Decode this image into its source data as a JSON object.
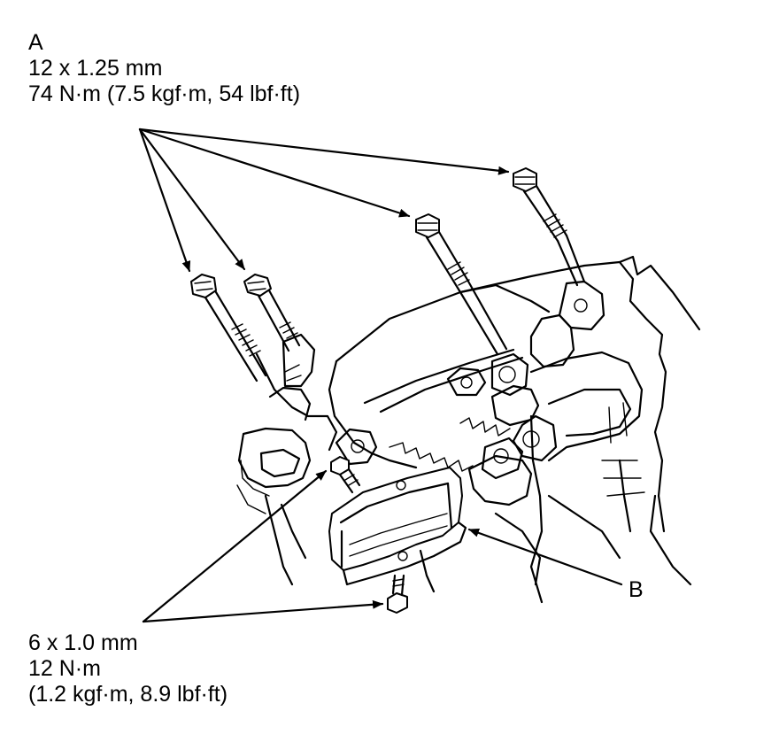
{
  "callout_a": {
    "letter": "A",
    "size": "12 x 1.25 mm",
    "torque": "74 N·m (7.5 kgf·m, 54 lbf·ft)"
  },
  "callout_b": {
    "letter": "B"
  },
  "callout_small_bolts": {
    "size": "6 x 1.0 mm",
    "torque": "12 N·m",
    "torque_alt": "(1.2 kgf·m, 8.9 lbf·ft)"
  }
}
